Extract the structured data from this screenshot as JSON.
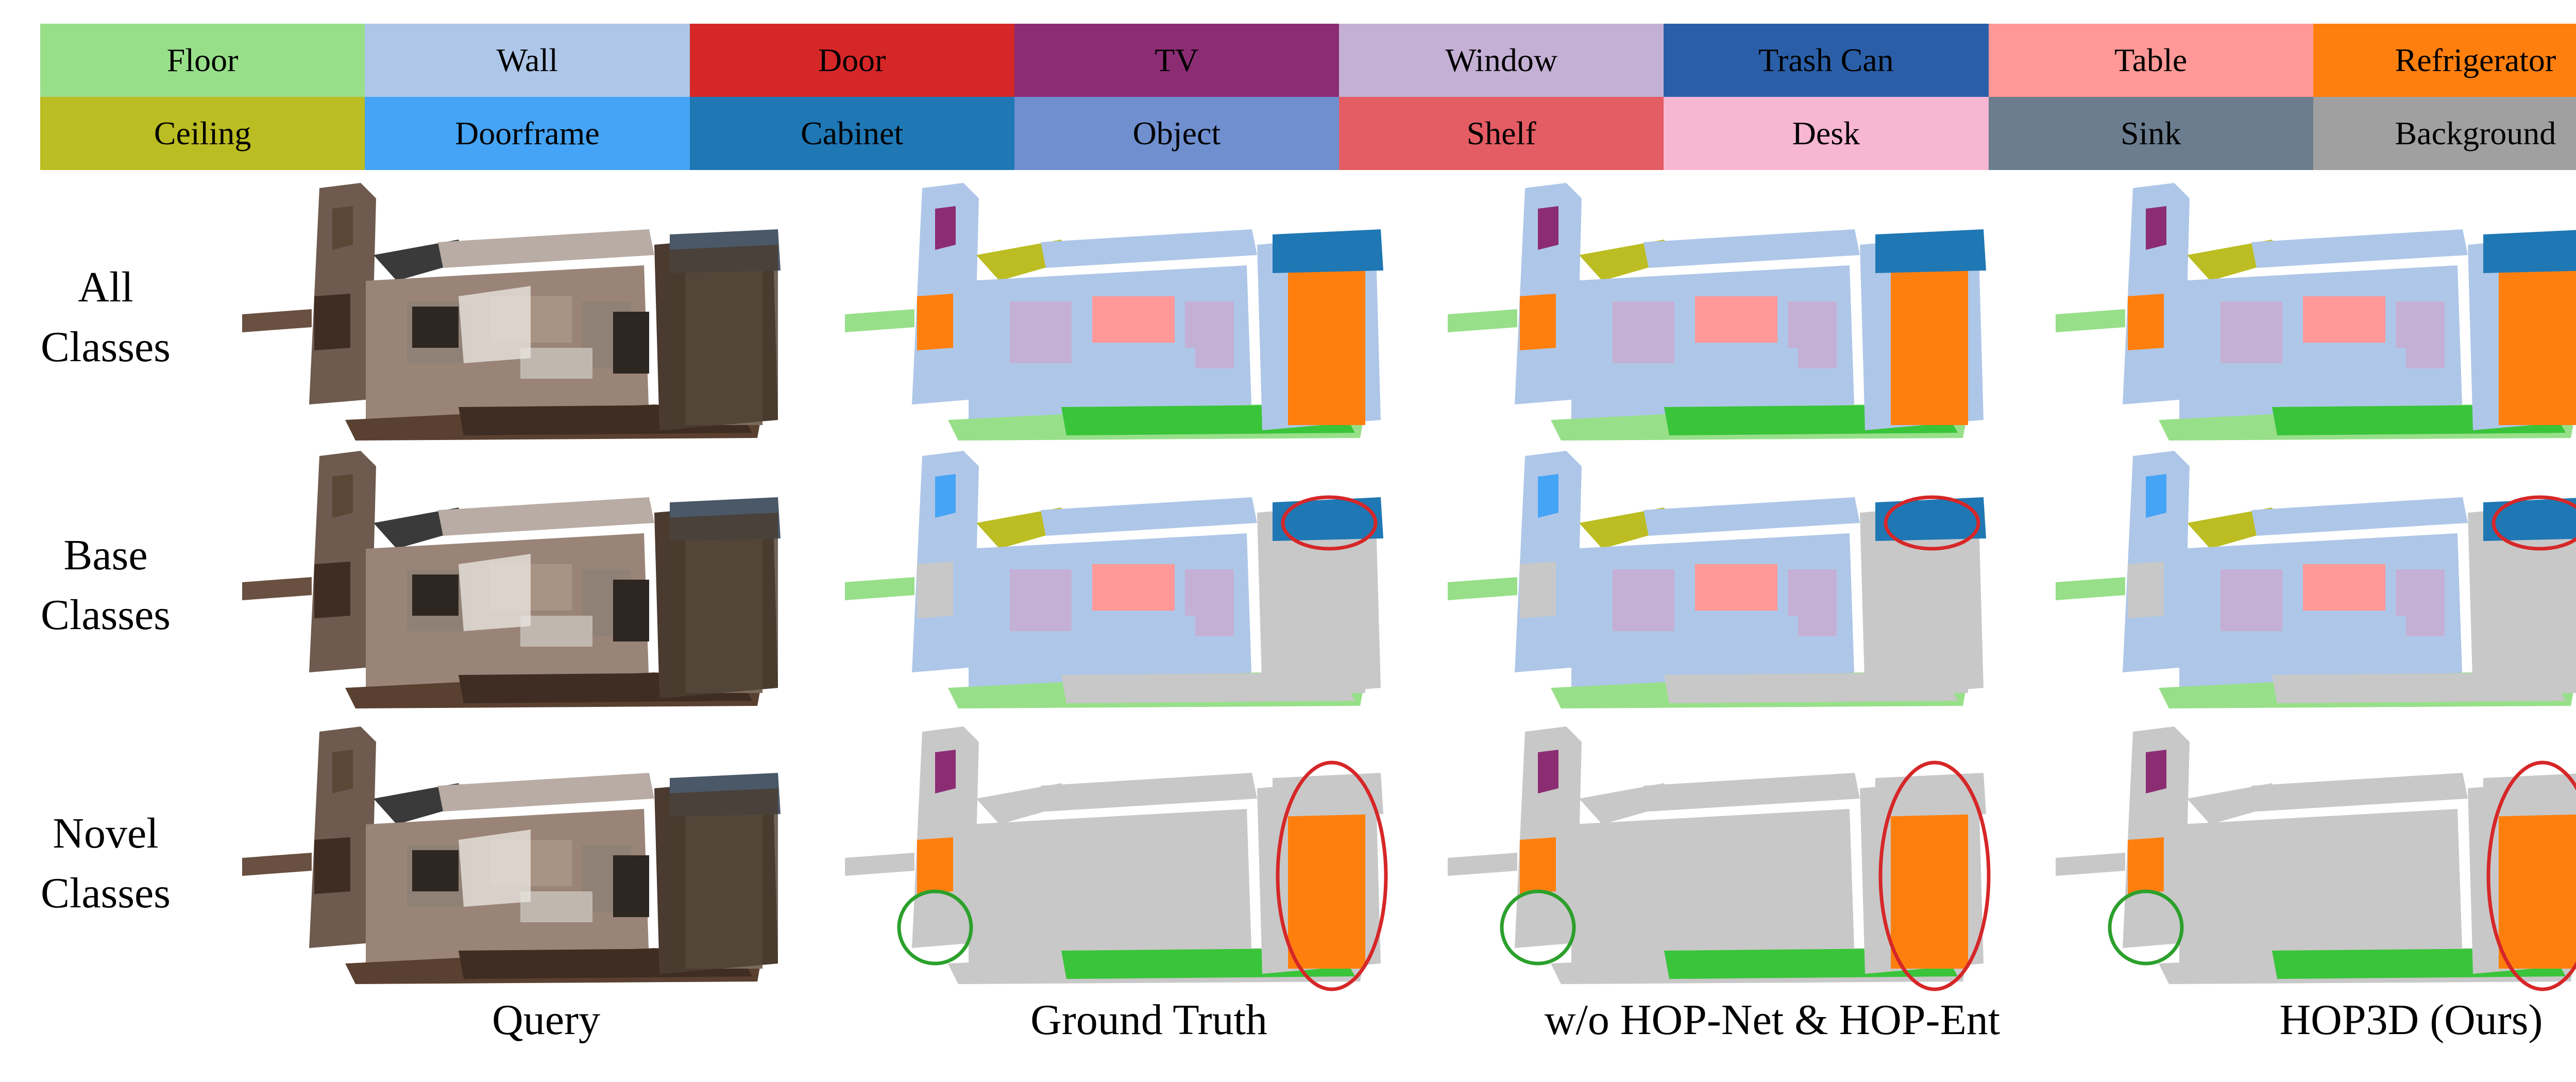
{
  "legend": [
    {
      "label": "Floor",
      "color": "#98df8a",
      "text_color": "#000000"
    },
    {
      "label": "Wall",
      "color": "#aec7e8",
      "text_color": "#000000"
    },
    {
      "label": "Door",
      "color": "#d62728",
      "text_color": "#000000"
    },
    {
      "label": "TV",
      "color": "#8c2d74",
      "text_color": "#000000"
    },
    {
      "label": "Window",
      "color": "#c5b0d5",
      "text_color": "#000000"
    },
    {
      "label": "Trash Can",
      "color": "#2a5fa8",
      "text_color": "#000000"
    },
    {
      "label": "Table",
      "color": "#ff9896",
      "text_color": "#000000"
    },
    {
      "label": "Refrigerator",
      "color": "#ff7f0e",
      "text_color": "#000000"
    },
    {
      "label": "Ceiling",
      "color": "#bcbd22",
      "text_color": "#000000"
    },
    {
      "label": "Doorframe",
      "color": "#45a4f5",
      "text_color": "#000000"
    },
    {
      "label": "Cabinet",
      "color": "#1f77b4",
      "text_color": "#000000"
    },
    {
      "label": "Object",
      "color": "#6f8fcf",
      "text_color": "#000000"
    },
    {
      "label": "Shelf",
      "color": "#e45c64",
      "text_color": "#000000"
    },
    {
      "label": "Desk",
      "color": "#f7b6d2",
      "text_color": "#000000"
    },
    {
      "label": "Sink",
      "color": "#6b7d8f",
      "text_color": "#000000"
    },
    {
      "label": "Background",
      "color": "#a0a0a0",
      "text_color": "#000000"
    }
  ],
  "rows": [
    {
      "label_line1": "All",
      "label_line2": "Classes"
    },
    {
      "label_line1": "Base",
      "label_line2": "Classes"
    },
    {
      "label_line1": "Novel",
      "label_line2": "Classes"
    }
  ],
  "columns": [
    {
      "caption": "Query"
    },
    {
      "caption": "Ground Truth"
    },
    {
      "caption": "w/o HOP-Net & HOP-Ent"
    },
    {
      "caption": "HOP3D (Ours)"
    }
  ],
  "highlight_colors": {
    "red": "#d62728",
    "green": "#2ca02c"
  }
}
